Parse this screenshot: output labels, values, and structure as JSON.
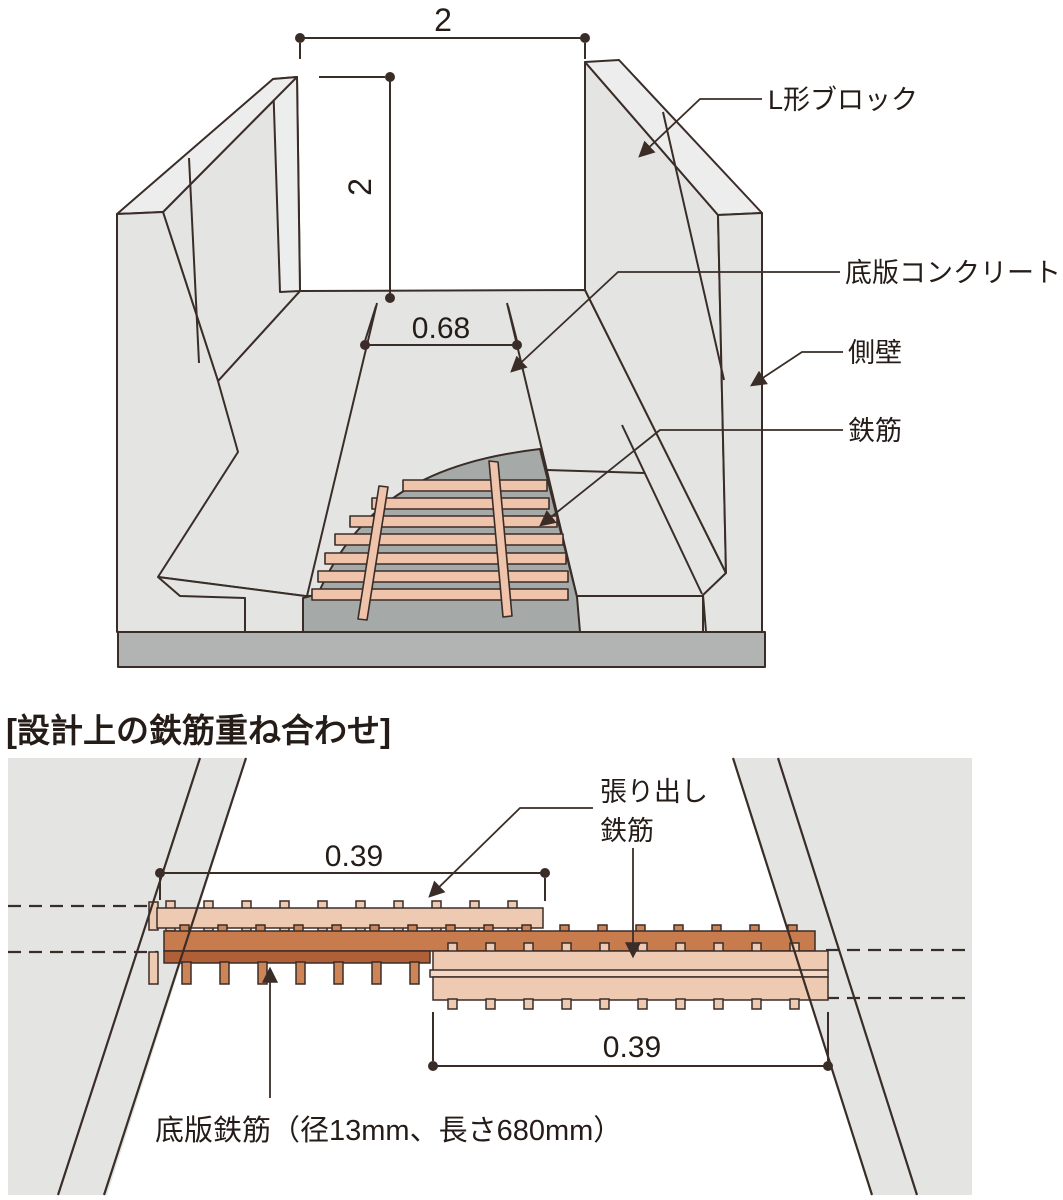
{
  "section_title": "[設計上の鉄筋重ね合わせ]",
  "figure1": {
    "dim_top_width": "2",
    "dim_wall_height": "2",
    "dim_floor_width": "0.68",
    "label_l_block": "L形ブロック",
    "label_base_concrete": "底版コンクリート",
    "label_side_wall": "側壁",
    "label_rebar": "鉄筋"
  },
  "figure2": {
    "dim_left_overlap": "0.39",
    "dim_right_overlap": "0.39",
    "label_overhang_line1": "張り出し",
    "label_overhang_line2": "鉄筋",
    "label_base_rebar": "底版鉄筋（径13mm、長さ680mm）"
  },
  "colors": {
    "outline": "#3a2d28",
    "wall_gray": "#e4e5e3",
    "top_face": "#ededee",
    "base_gray": "#b1b4b3",
    "exposed_gray": "#a5a9a8",
    "rebar_light": "#eecab3",
    "rebar_mid": "#cd8457",
    "rebar_dark": "#c87c4d",
    "rebar_deep": "#b06038"
  }
}
